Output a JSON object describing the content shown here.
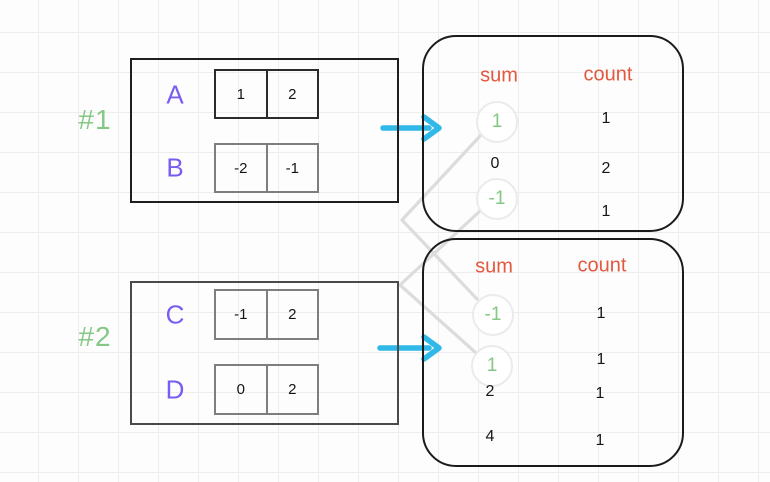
{
  "colors": {
    "accent_green": "#85c785",
    "accent_orange": "#e2593f",
    "accent_purple": "#7a5cf0",
    "arrow_cyan": "#2fb8e8",
    "connector_gray": "#dcdcdc",
    "grid_line": "#efecee"
  },
  "icons": {
    "flow_arrow": "right-arrow",
    "connector": "zigzag-line",
    "highlight": "circle-outline"
  },
  "groups": [
    {
      "label": "#1",
      "arrays": [
        {
          "name": "A",
          "cells": [
            "1",
            "2"
          ]
        },
        {
          "name": "B",
          "cells": [
            "-2",
            "-1"
          ]
        }
      ]
    },
    {
      "label": "#2",
      "arrays": [
        {
          "name": "C",
          "cells": [
            "-1",
            "2"
          ]
        },
        {
          "name": "D",
          "cells": [
            "0",
            "2"
          ]
        }
      ]
    }
  ],
  "results": [
    {
      "sum_header": "sum",
      "count_header": "count",
      "rows": [
        {
          "sum": "1",
          "count": "1",
          "circled": true
        },
        {
          "sum": "0",
          "count": "2",
          "circled": false
        },
        {
          "sum": "-1",
          "count": "1",
          "circled": true
        }
      ]
    },
    {
      "sum_header": "sum",
      "count_header": "count",
      "rows": [
        {
          "sum": "-1",
          "count": "1",
          "circled": true
        },
        {
          "sum": "1",
          "count": "1",
          "circled": true
        },
        {
          "sum": "2",
          "count": "1",
          "circled": false
        },
        {
          "sum": "4",
          "count": "1",
          "circled": false
        }
      ]
    }
  ]
}
